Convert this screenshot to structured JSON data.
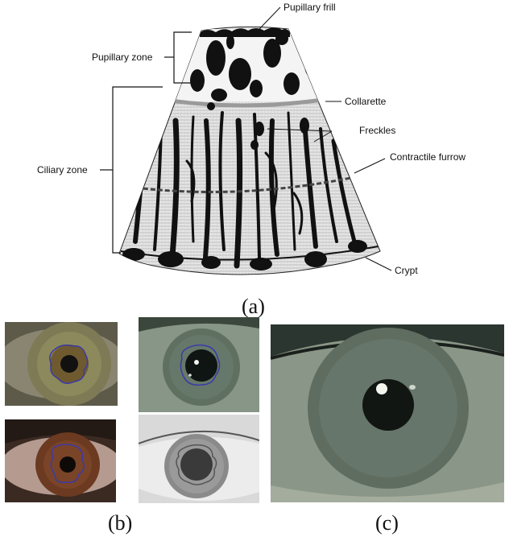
{
  "panel_a": {
    "caption": "(a)",
    "labels": {
      "pupillary_frill": "Pupillary frill",
      "pupillary_zone": "Pupillary zone",
      "collarette": "Collarette",
      "freckles": "Freckles",
      "contractile_furrow": "Contractile furrow",
      "ciliary_zone": "Ciliary zone",
      "crypt": "Crypt"
    }
  },
  "panel_b": {
    "caption": "(b)"
  },
  "panel_c": {
    "caption": "(c)"
  },
  "colors": {
    "segmentation_outline": "#3a3aa8",
    "nir_outline": "#555555",
    "hazel_iris": "#7d7a55",
    "brown_iris": "#6b3a20",
    "green_gray_eye": "#5f7060"
  }
}
